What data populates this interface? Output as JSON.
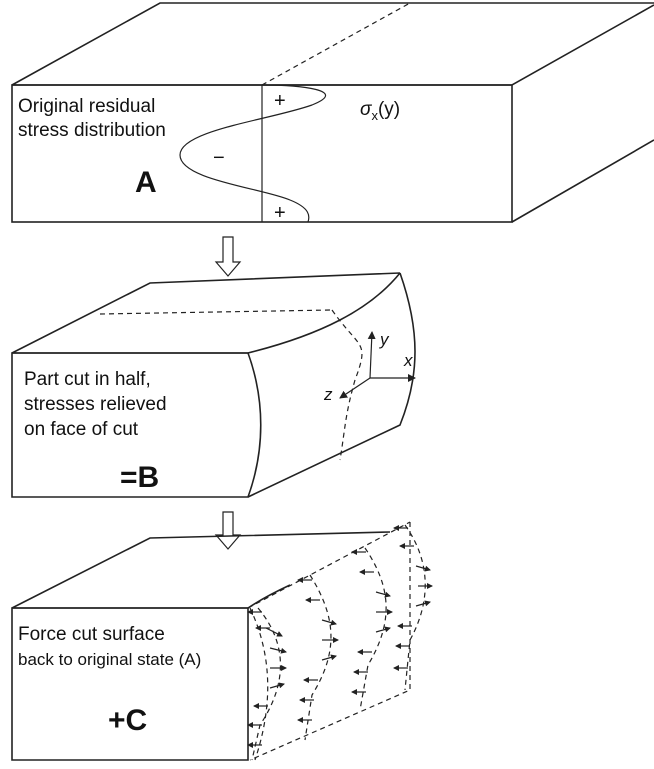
{
  "block_a": {
    "caption_lines": [
      "Original residual",
      "stress distribution"
    ],
    "letter": "A",
    "plus_top": "+",
    "minus": "−",
    "plus_bottom": "+",
    "sigma_symbol": "σ",
    "sigma_subscript": "x",
    "sigma_arg": "(y)"
  },
  "block_b": {
    "caption_lines": [
      "Part cut in half,",
      "stresses relieved",
      "on face of cut"
    ],
    "letter": "=B",
    "axes": {
      "y": "y",
      "x": "x",
      "z": "z"
    }
  },
  "block_c": {
    "caption_lines": [
      "Force cut surface",
      "back to original state (A)"
    ],
    "letter": "+C"
  },
  "colors": {
    "line": "#222222",
    "background": "#ffffff"
  }
}
